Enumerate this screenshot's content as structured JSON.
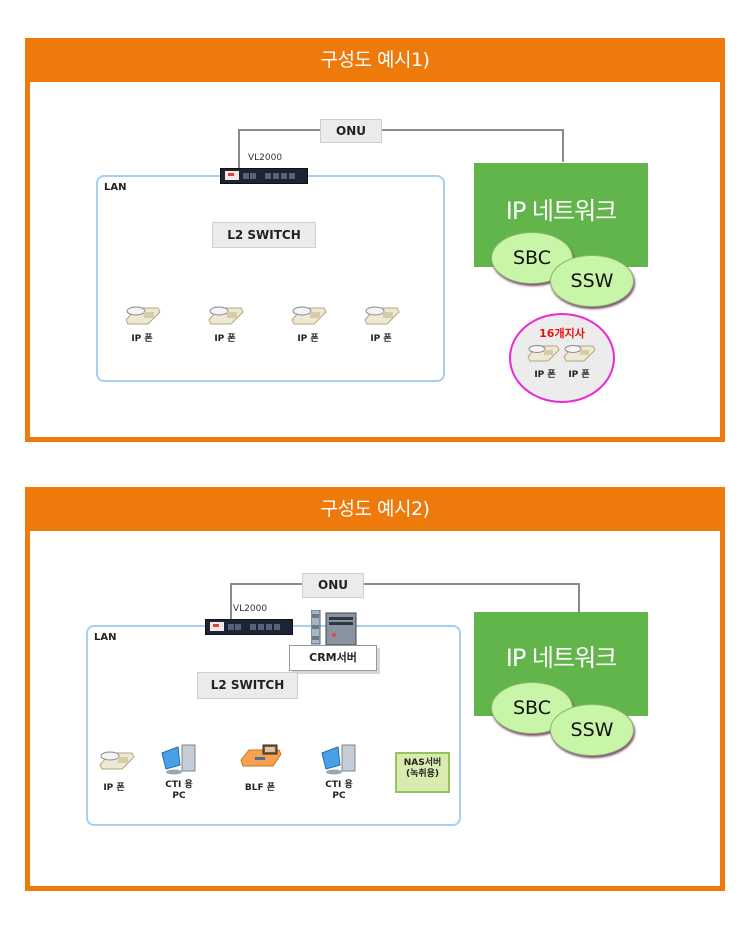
{
  "diagrams": [
    {
      "title": "구성도 예시1)",
      "onu_label": "ONU",
      "router_label": "VL2000",
      "lan_label": "LAN",
      "switch_label": "L2 SWITCH",
      "devices": [
        {
          "label": "IP 폰",
          "icon": "ip-phone-icon"
        },
        {
          "label": "IP 폰",
          "icon": "ip-phone-icon"
        },
        {
          "label": "IP 폰",
          "icon": "ip-phone-icon"
        },
        {
          "label": "IP 폰",
          "icon": "ip-phone-icon"
        }
      ],
      "ip_network": {
        "label": "IP 네트워크",
        "nodes": [
          "SBC",
          "SSW"
        ]
      },
      "branch": {
        "title": "16개지사",
        "devices": [
          "IP 폰",
          "IP 폰"
        ]
      }
    },
    {
      "title": "구성도 예시2)",
      "onu_label": "ONU",
      "router_label": "VL2000",
      "lan_label": "LAN",
      "switch_label": "L2 SWITCH",
      "crm_label": "CRM서버",
      "devices": [
        {
          "label": "IP 폰",
          "icon": "ip-phone-icon"
        },
        {
          "label": "CTI 용\nPC",
          "line1": "CTI 용",
          "line2": "PC",
          "icon": "pc-icon"
        },
        {
          "label": "BLF 폰",
          "icon": "blf-phone-icon"
        },
        {
          "label": "CTI 용\nPC",
          "line1": "CTI 용",
          "line2": "PC",
          "icon": "pc-icon"
        },
        {
          "label": "NAS서버\n(녹취용)",
          "line1": "NAS서버",
          "line2": "(녹취용)",
          "icon": "nas-server"
        }
      ],
      "ip_network": {
        "label": "IP 네트워크",
        "nodes": [
          "SBC",
          "SSW"
        ]
      }
    }
  ],
  "colors": {
    "header_orange": "#ef7a0c",
    "ip_network_green": "#62b54b",
    "node_ellipse": "#c9f5a8",
    "lan_border": "#a7cff2",
    "branch_border": "#e82ad6",
    "branch_title": "#e01616"
  }
}
